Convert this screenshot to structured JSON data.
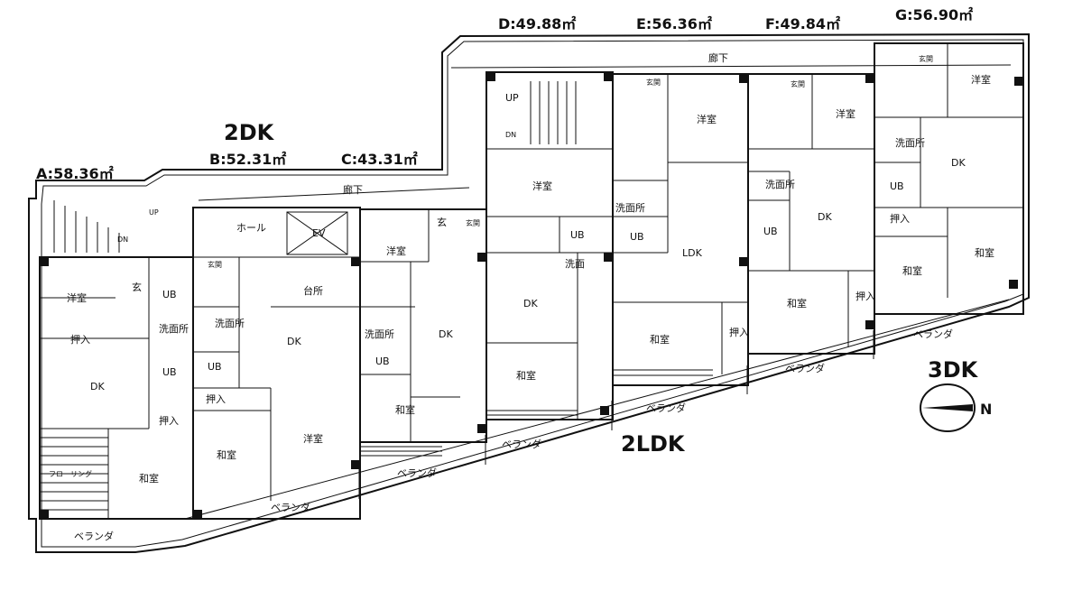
{
  "unit_areas": {
    "A": "A:58.36㎡",
    "B": "B:52.31㎡",
    "C": "C:43.31㎡",
    "D": "D:49.88㎡",
    "E": "E:56.36㎡",
    "F": "F:49.84㎡",
    "G": "G:56.90㎡"
  },
  "types": {
    "t2dk": "2DK",
    "t3dk": "3DK",
    "t2ldk": "2LDK"
  },
  "compass": {
    "north": "N"
  },
  "rooms": {
    "rouka": "廊下",
    "youshitsu": "洋室",
    "washitsu": "和室",
    "dk": "DK",
    "ldk": "LDK",
    "ub": "UB",
    "senmenjo": "洗面所",
    "senmen": "洗面",
    "oshiire": "押入",
    "genkan": "玄関",
    "gen": "玄",
    "daidokoro": "台所",
    "hall": "ホール",
    "ev": "EV",
    "up": "UP",
    "dn": "DN",
    "flooring": "フローリング",
    "veranda": "ベランダ"
  }
}
